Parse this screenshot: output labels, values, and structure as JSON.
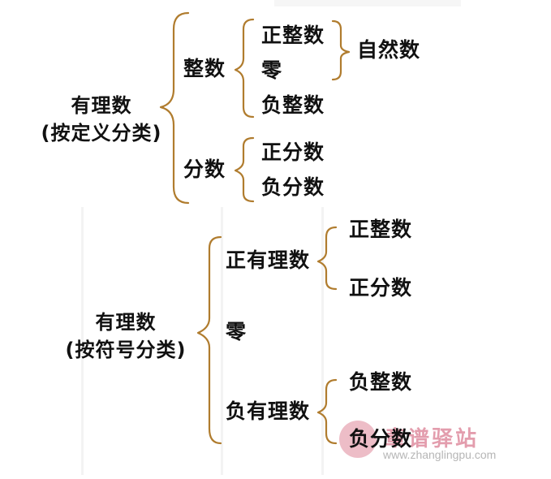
{
  "diagram_a": {
    "root_line1": "有理数",
    "root_line2": "(按定义分类)",
    "integers": "整数",
    "positive_integers": "正整数",
    "zero": "零",
    "negative_integers": "负整数",
    "natural_numbers": "自然数",
    "fractions": "分数",
    "positive_fractions": "正分数",
    "negative_fractions": "负分数"
  },
  "diagram_b": {
    "root_line1": "有理数",
    "root_line2": "(按符号分类)",
    "positive_rationals": "正有理数",
    "positive_integers": "正整数",
    "positive_fractions": "正分数",
    "zero": "零",
    "negative_rationals": "负有理数",
    "negative_integers": "负整数",
    "negative_fractions": "负分数"
  },
  "watermark": {
    "brand": "章谱驿站",
    "url": "www.zhanglingpu.com"
  },
  "colors": {
    "brace": "#b07c2e",
    "text": "#111111",
    "watermark": "#df8d9f"
  }
}
